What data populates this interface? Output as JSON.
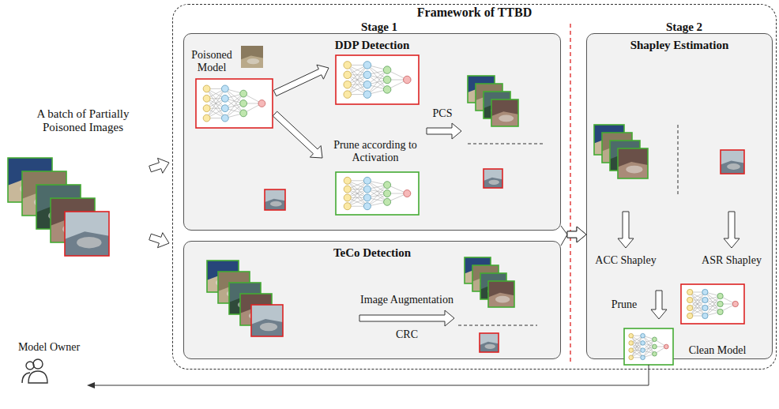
{
  "diagram": {
    "nodes": [
      {
        "text": [
          "Framework of TTBD"
        ]
      },
      {
        "text": [
          "DDP Detection"
        ],
        "in": 0
      },
      {
        "text": [
          "TeCo Detection"
        ],
        "in": 0
      },
      {
        "text": [
          "Shapley Estimation"
        ],
        "in": 0
      }
    ],
    "edges": [
      {
        "from": 1,
        "to": 3,
        "arrow": "to"
      },
      {
        "from": 2,
        "to": 3,
        "arrow": "to"
      }
    ],
    "labels": [
      "A batch of Partially Poisoned Images",
      "Stage 1",
      "Stage 2",
      "Poisoned Model",
      "Prune according to Activation",
      "PCS",
      "Image Augmentation",
      "CRC",
      "ACC Shapley",
      "ASR Shapley",
      "Prune",
      "Clean Model",
      "Model Owner"
    ]
  }
}
